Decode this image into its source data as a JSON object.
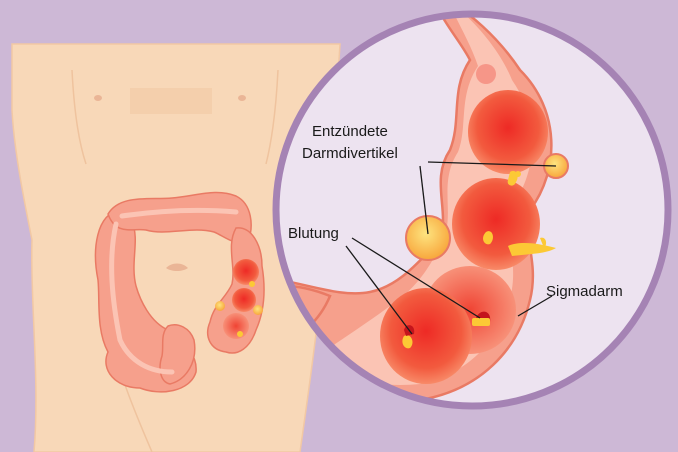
{
  "labels": {
    "inflamed_diverticula_line1": "Entzündete",
    "inflamed_diverticula_line2": "Darmdivertikel",
    "bleeding": "Blutung",
    "sigmoid_colon": "Sigmadarm"
  },
  "colors": {
    "background": "#cdb8d6",
    "skin": "#f8d8b8",
    "skin_outline": "#f2c8a4",
    "magnifier_fill": "#ede3f0",
    "magnifier_ring": "#a583b4",
    "colon_outer": "#f6a08c",
    "colon_inner": "#fbc4b4",
    "colon_outline": "#e97a64",
    "inflamed_red": "#ee2a25",
    "inflamed_orange": "#f77a4e",
    "pus_yellow": "#fcc935",
    "pus_light": "#fde47f",
    "text": "#1a1a1a",
    "leader_line": "#1a1a1a"
  }
}
